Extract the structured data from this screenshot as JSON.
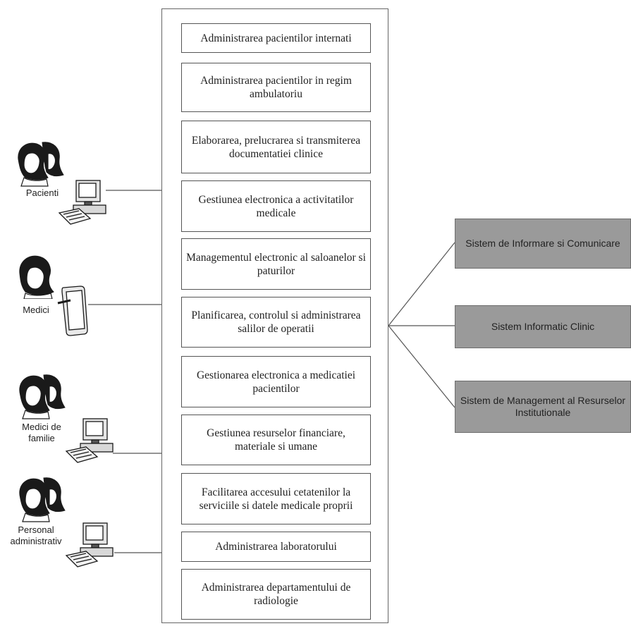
{
  "actors": [
    {
      "label": "Pacienti",
      "icon": "people-icon",
      "device": "desktop-computer-icon"
    },
    {
      "label": "Medici",
      "icon": "person-icon",
      "device": "tablet-icon"
    },
    {
      "label": "Medici de\nfamilie",
      "icon": "people-icon",
      "device": "desktop-computer-icon"
    },
    {
      "label": "Personal\nadministrativ",
      "icon": "people-icon",
      "device": "desktop-computer-icon"
    }
  ],
  "functions": [
    "Administrarea pacientilor internati",
    "Administrarea pacientilor in regim ambulatoriu",
    "Elaborarea, prelucrarea si transmiterea documentatiei clinice",
    "Gestiunea electronica a activitatilor medicale",
    "Managementul electronic al saloanelor si paturilor",
    "Planificarea, controlul si administrarea salilor de operatii",
    "Gestionarea electronica a medicatiei pacientilor",
    "Gestiunea resurselor financiare, materiale si umane",
    "Facilitarea accesului cetatenilor la serviciile si datele medicale proprii",
    "Administrarea laboratorului",
    "Administrarea departamentului de radiologie"
  ],
  "systems": [
    "Sistem de Informare si Comunicare",
    "Sistem Informatic Clinic",
    "Sistem de Management al Resurselor Institutionale"
  ],
  "colors": {
    "system_fill": "#9a9a9a",
    "line": "#555555"
  }
}
